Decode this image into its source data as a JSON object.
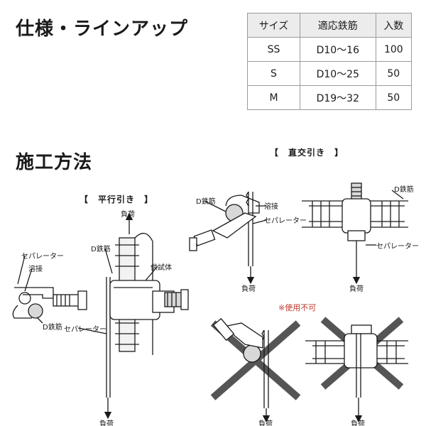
{
  "lineup": {
    "title": "仕様・ラインアップ",
    "table": {
      "headers": [
        "サイズ",
        "適応鉄筋",
        "入数"
      ],
      "rows": [
        [
          "SS",
          "D10～16",
          "100"
        ],
        [
          "S",
          "D10～25",
          "50"
        ],
        [
          "M",
          "D19～32",
          "50"
        ]
      ]
    }
  },
  "method": {
    "title": "施工方法",
    "parallel_title": "【　平行引き　】",
    "cross_title": "【　直交引き　】",
    "not_usable": "※使用不可",
    "labels": {
      "load": "負荷",
      "separator": "セパレーター",
      "weld": "溶接",
      "d_rebar": "D鉄筋",
      "specimen": "供試体"
    }
  },
  "colors": {
    "line": "#1a1a1a",
    "warning": "#c0392b",
    "header_bg": "#ececec",
    "border": "#9a9a9a"
  }
}
